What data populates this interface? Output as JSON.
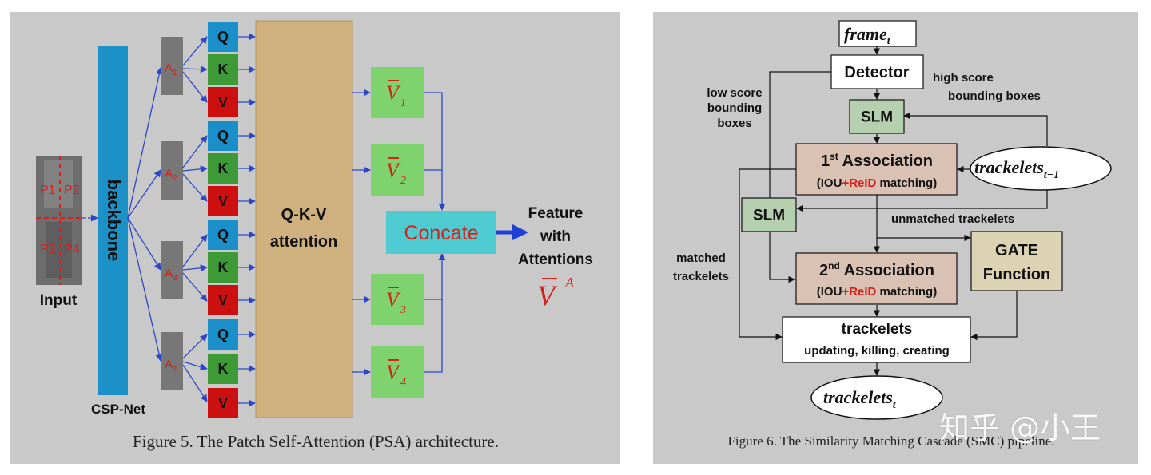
{
  "psa": {
    "input_label": "Input",
    "patch_labels": [
      "P1",
      "P2",
      "P3",
      "P4"
    ],
    "backbone_label": "backbone",
    "csp_label": "CSP-Net",
    "attn_labels": [
      "A1",
      "A2",
      "A3",
      "A4"
    ],
    "qkv_letters": [
      "Q",
      "K",
      "V"
    ],
    "attention_label_line1": "Q-K-V",
    "attention_label_line2": "attention",
    "v_bar_labels": [
      "1",
      "2",
      "3",
      "4"
    ],
    "concat_label": "Concate",
    "feature_line1": "Feature",
    "feature_line2": "with",
    "feature_line3": "Attentions",
    "va_symbol": "V",
    "va_superscript": "A",
    "caption": "Figure 5. The Patch Self-Attention (PSA) architecture."
  },
  "smc": {
    "frame_label": "frame",
    "frame_sub": "t",
    "detector_label": "Detector",
    "high_score_line1": "high score",
    "high_score_line2": "bounding boxes",
    "low_score_line1": "low score",
    "low_score_line2": "bounding",
    "low_score_line3": "boxes",
    "slm_label": "SLM",
    "assoc1_ordinal": "1",
    "assoc1_sup": "st",
    "assoc_title": "Association",
    "assoc_detail_pre": "(IOU",
    "assoc_detail_red": "+ReID",
    "assoc_detail_post": " matching)",
    "assoc2_ordinal": "2",
    "assoc2_sup": "nd",
    "tracklets_prev": "trackelets",
    "tracklets_prev_sub": "t−1",
    "unmatched_label": "unmatched  trackelets",
    "matched_line1": "matched",
    "matched_line2": "trackelets",
    "gate_line1": "GATE",
    "gate_line2": "Function",
    "tracklets_box_line1": "trackelets",
    "tracklets_box_line2": "updating, killing, creating",
    "tracklets_out": "trackelets",
    "tracklets_out_sub": "t",
    "caption": "Figure 6. The Similarity Matching Cascade (SMC) pipeline."
  },
  "watermark": "知乎 @小王",
  "colors": {
    "panel_bg": "#c9c9c9",
    "backbone": "#1b91c8",
    "q": "#1a8fc9",
    "k": "#3d9a36",
    "v": "#cc1010",
    "attention": "#cfb07f",
    "vbar": "#7ed36f",
    "concat": "#4dcbd0",
    "arrow_blue": "#2b47c8",
    "red": "#d6201b",
    "slm_box": "#b6cfae",
    "assoc_box": "#d9c1b3",
    "gate_box": "#dbd3b3"
  }
}
